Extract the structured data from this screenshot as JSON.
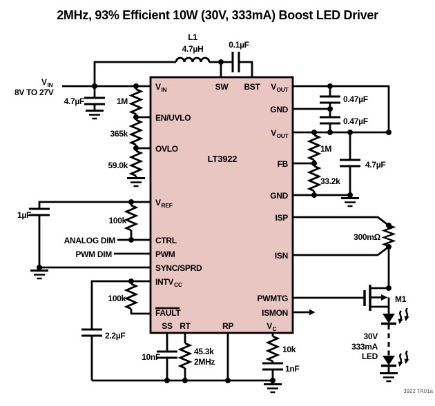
{
  "title": "2MHz, 93% Efficient 10W (30V, 333mA) Boost LED Driver",
  "footer_note": "3922 TA01a",
  "colors": {
    "ic_fill": "#e9c6c1",
    "wire": "#000000"
  },
  "ic": {
    "part_number": "LT3922",
    "pins": {
      "vin_main": "V",
      "vin_sub": "IN",
      "en_uvlo": "EN/UVLO",
      "ovlo": "OVLO",
      "vref_main": "V",
      "vref_sub": "REF",
      "ctrl": "CTRL",
      "pwm": "PWM",
      "sync_sprd": "SYNC/SPRD",
      "intvcc_main": "INTV",
      "intvcc_sub": "CC",
      "fault": "FAULT",
      "sw": "SW",
      "bst": "BST",
      "ss": "SS",
      "rt": "RT",
      "rp": "RP",
      "vc_main": "V",
      "vc_sub": "C",
      "vout1_main": "V",
      "vout1_sub": "OUT",
      "gnd1": "GND",
      "vout2_main": "V",
      "vout2_sub": "OUT",
      "fb": "FB",
      "gnd2": "GND",
      "isp": "ISP",
      "isn": "ISN",
      "pwmtg": "PWMTG",
      "ismon": "ISMON"
    }
  },
  "components": {
    "input_rail_main": "V",
    "input_rail_sub": "IN",
    "input_range": "8V TO 27V",
    "c_in": "4.7µF",
    "r_uvlo_top": "1M",
    "r_uvlo_mid": "365k",
    "r_ovlo_bot": "59.0k",
    "l1_ref": "L1",
    "l1_value": "4.7µH",
    "c_bst": "0.1µF",
    "c_vref": "1µF",
    "r_ctrl": "100k",
    "analog_dim": "ANALOG DIM",
    "pwm_dim": "PWM DIM",
    "r_fault": "100k",
    "c_intvcc": "2.2µF",
    "c_ss": "10nF",
    "r_rt": "45.3k",
    "rt_freq": "2MHz",
    "r_vc": "10k",
    "c_vc": "1nF",
    "c_out1": "0.47µF",
    "c_out2": "0.47µF",
    "r_fb_top": "1M",
    "r_fb_bot": "33.2k",
    "c_out3": "4.7µF",
    "r_sense": "300mΩ",
    "m1": "M1",
    "led_v": "30V",
    "led_i": "333mA",
    "led_label": "LED"
  }
}
